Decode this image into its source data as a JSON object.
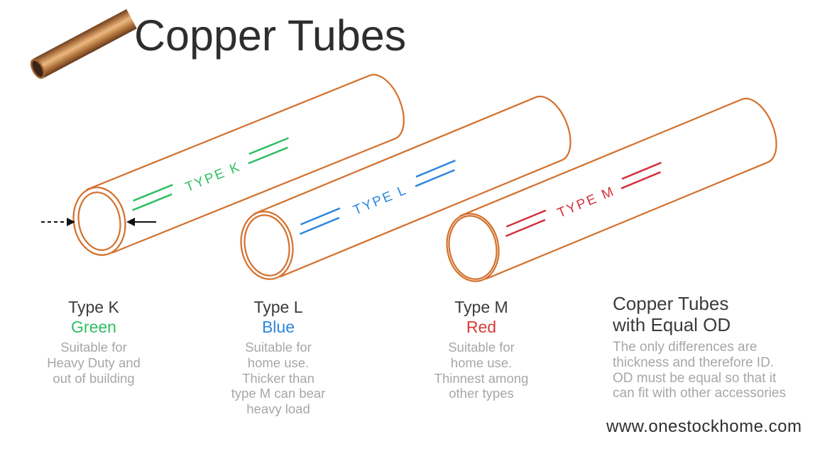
{
  "header": {
    "title": "Copper Tubes"
  },
  "diagram": {
    "outline_color": "#d4712e",
    "tubes": [
      {
        "stamp": "TYPE K",
        "color": "#2ebe62"
      },
      {
        "stamp": "TYPE L",
        "color": "#2e86de"
      },
      {
        "stamp": "TYPE M",
        "color": "#d2303c"
      }
    ]
  },
  "legend": {
    "columns": [
      {
        "title": "Type K",
        "color_name": "Green",
        "color": "#2ebe62",
        "description_lines": [
          "Suitable for",
          "Heavy Duty and",
          "out of building"
        ]
      },
      {
        "title": "Type L",
        "color_name": "Blue",
        "color": "#2e86de",
        "description_lines": [
          "Suitable for",
          "home use.",
          "Thicker than",
          "type M can bear",
          "heavy load"
        ]
      },
      {
        "title": "Type M",
        "color_name": "Red",
        "color": "#d63a34",
        "description_lines": [
          "Suitable for",
          "home use.",
          "Thinnest among",
          "other types"
        ]
      }
    ],
    "summary": {
      "title_lines": [
        "Copper Tubes",
        "with Equal OD"
      ],
      "description_lines": [
        "The only differences are",
        "thickness and therefore ID.",
        "OD must be equal so that it",
        "can fit with other accessories"
      ]
    }
  },
  "footer": {
    "website": "www.onestockhome.com"
  }
}
